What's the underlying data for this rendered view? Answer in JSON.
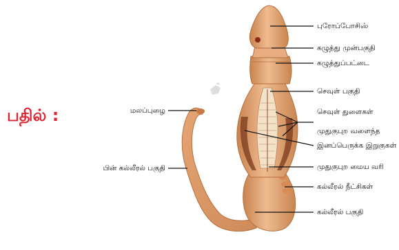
{
  "answer_label": "பதில் :",
  "labels": {
    "proboscis": "புரோப்போசிஸ்",
    "collar_front": "கழுத்து முன்பகுதி",
    "collar_band": "கழுத்துப்பட்டை",
    "branchial_region": "செவுள் பகுதி",
    "gill_slits": "செவுள் துளைகள்",
    "dorsal_fold": "முதுகுபுற வளைந்த",
    "genital_ridge": "இனப்பெருக்க இறுகுகள்",
    "dorsal_midline": "முதுகுபுற மைய வரி",
    "hepatic_caeca": "கல்லீரல் நீட்சிகள்",
    "hepatic_region": "கல்லீரல் பகுதி",
    "anus": "மலப்புழை",
    "posterior_hepatic": "பின் கல்லீரல் பகுதி"
  },
  "colors": {
    "answer": "#e0232f",
    "body": "#e2a06e",
    "body_dark": "#c27846",
    "body_light": "#f0c29a",
    "gut": "#8a4a2a",
    "gill_inner": "#f3e2c8"
  }
}
